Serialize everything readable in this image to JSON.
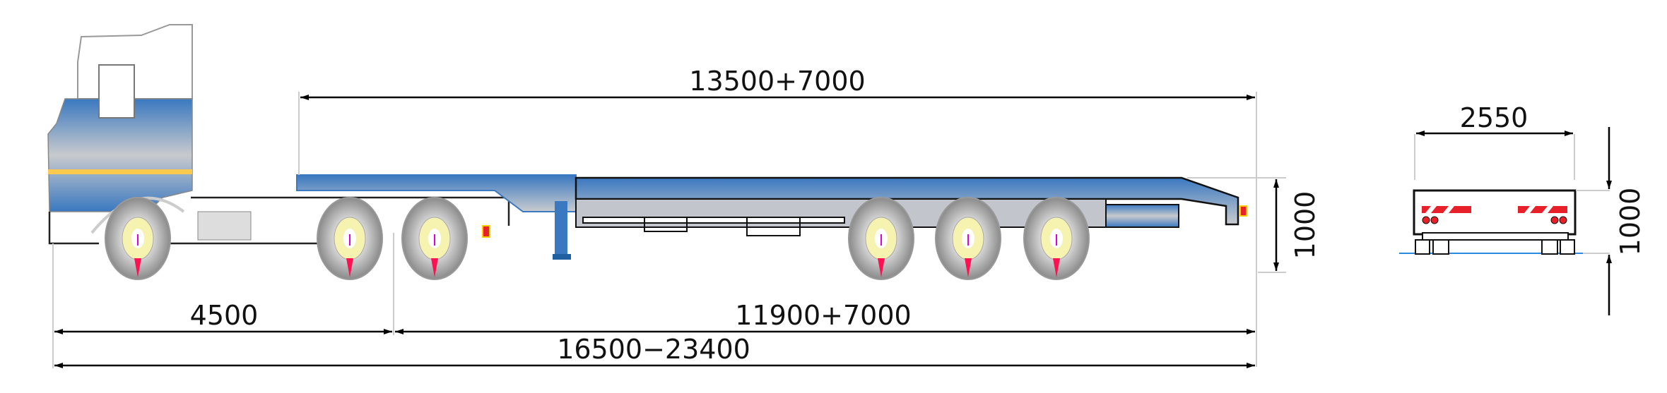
{
  "drawing": {
    "title": "Semi-trailer with tractor, side and rear view",
    "dimensions": {
      "trailer_deck_length": "13500+7000",
      "tractor_to_kingpin": "4500",
      "kingpin_to_rear": "11900+7000",
      "overall_length": "16500−23400",
      "deck_height_side": "1000",
      "width_rear": "2550",
      "deck_height_rear": "1000"
    },
    "colors": {
      "body_blue": "#3a78c0",
      "body_grey": "#c8cacd",
      "stripe": "#ffc94d",
      "reflector_red": "#e8202a",
      "ground": "#2a8ae0"
    }
  }
}
